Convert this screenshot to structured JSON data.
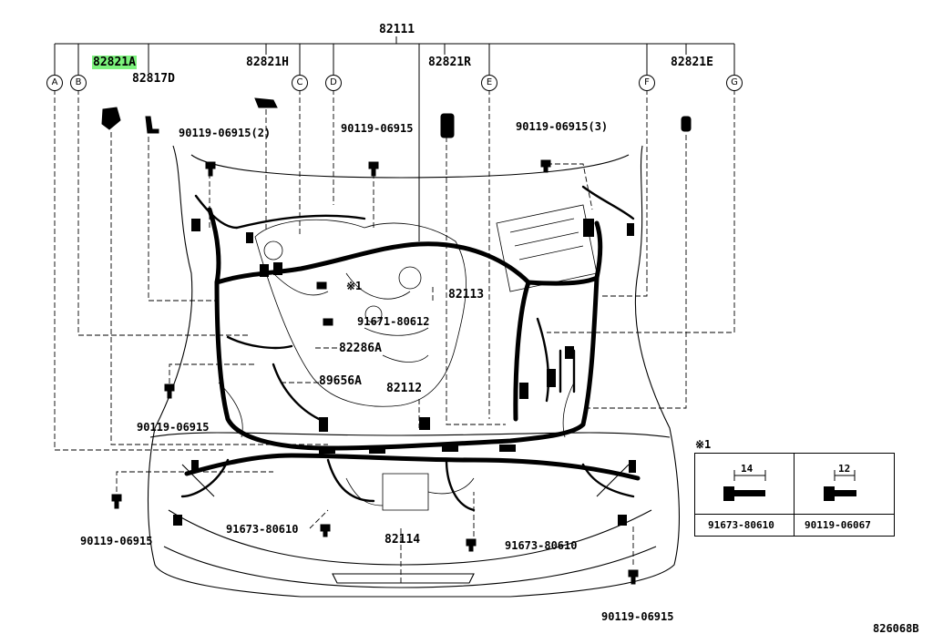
{
  "diagram_code": "826068B",
  "parts": {
    "harness_main": "82111",
    "p82821A": "82821A",
    "p82817D": "82817D",
    "p82821H": "82821H",
    "p82821R": "82821R",
    "p82821E": "82821E",
    "p82113": "82113",
    "p82112": "82112",
    "p82114": "82114",
    "p82286A": "82286A",
    "p89656A": "89656A",
    "bolt_90119_2": "90119-06915(2)",
    "bolt_90119_d": "90119-06915",
    "bolt_90119_3": "90119-06915(3)",
    "bolt_90119_left": "90119-06915",
    "bolt_90119_lowleft": "90119-06915",
    "bolt_90119_bottom": "90119-06915",
    "bolt_91671": "91671-80612",
    "bolt_91673_left": "91673-80610",
    "bolt_91673_right": "91673-80610",
    "ref_mark": "※1"
  },
  "callouts": [
    "A",
    "B",
    "C",
    "D",
    "E",
    "F",
    "G"
  ],
  "inset": {
    "title": "※1",
    "left_dim": "14",
    "right_dim": "12",
    "left_part": "91673-80610",
    "right_part": "90119-06067"
  },
  "highlight_color": "#7cf27c"
}
